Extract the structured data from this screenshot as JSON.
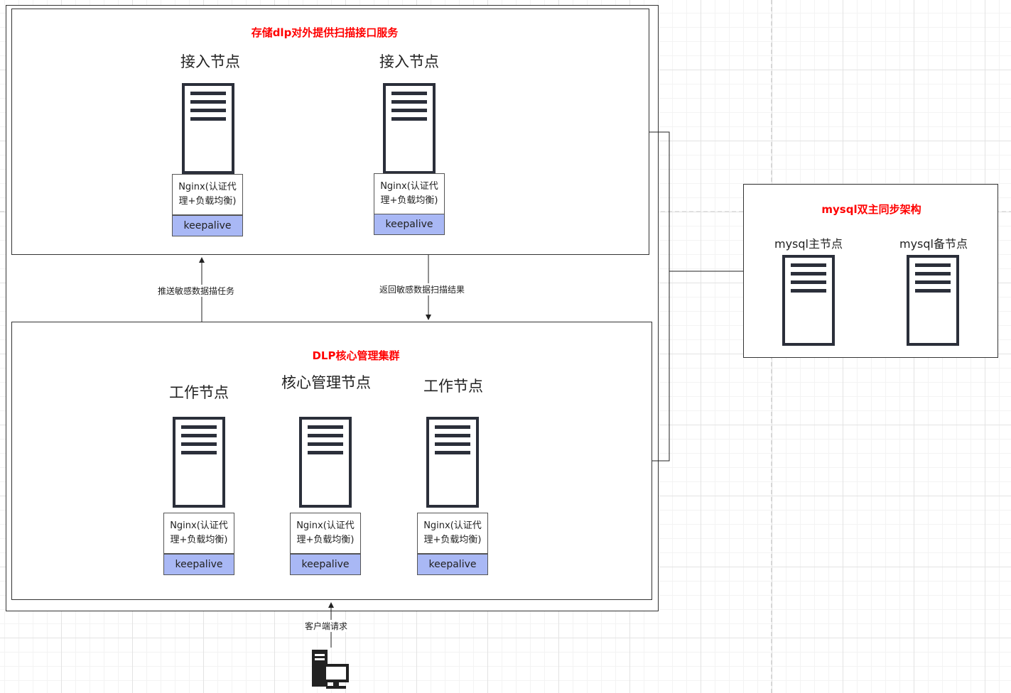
{
  "top_cluster": {
    "title": "存储dlp对外提供扫描接口服务",
    "nodes": [
      {
        "label": "接入节点",
        "nginx_line1": "Nginx(认证代",
        "nginx_line2": "理+负载均衡)",
        "keep": "keepalive"
      },
      {
        "label": "接入节点",
        "nginx_line1": "Nginx(认证代",
        "nginx_line2": "理+负载均衡)",
        "keep": "keepalive"
      }
    ]
  },
  "bottom_cluster": {
    "title": "DLP核心管理集群",
    "nodes": [
      {
        "label": "工作节点",
        "nginx_line1": "Nginx(认证代",
        "nginx_line2": "理+负载均衡)",
        "keep": "keepalive"
      },
      {
        "label": "核心管理节点",
        "nginx_line1": "Nginx(认证代",
        "nginx_line2": "理+负载均衡)",
        "keep": "keepalive"
      },
      {
        "label": "工作节点",
        "nginx_line1": "Nginx(认证代",
        "nginx_line2": "理+负载均衡)",
        "keep": "keepalive"
      }
    ]
  },
  "mysql": {
    "title": "mysql双主同步架构",
    "master": "mysql主节点",
    "backup": "mysql备节点"
  },
  "edges": {
    "push": "推送敏感数据描任务",
    "return": "返回敏感数据扫描结果",
    "client": "客户端请求"
  }
}
